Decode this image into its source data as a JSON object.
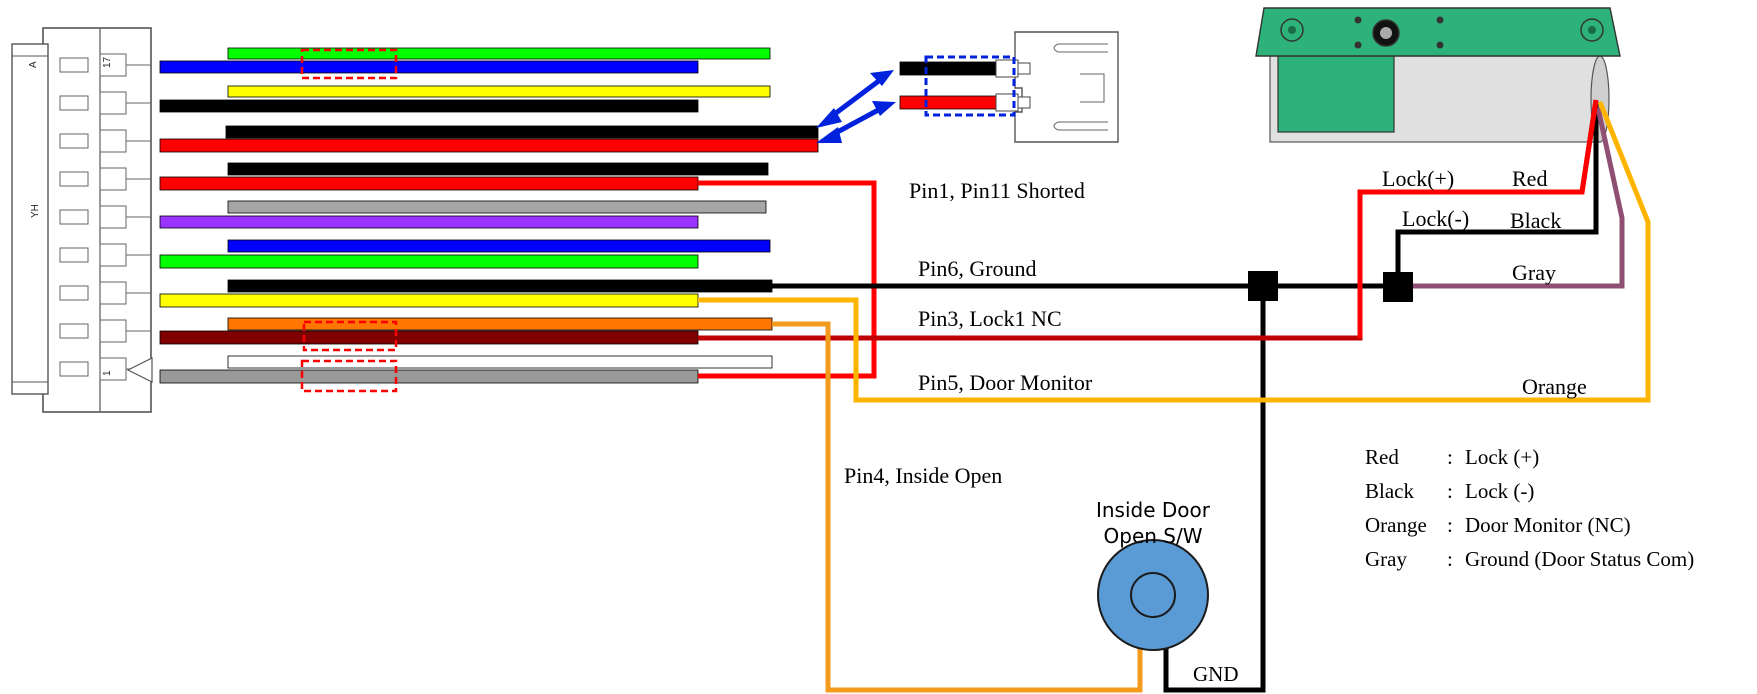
{
  "connector": {
    "model_label": "YH",
    "pin_first_label": "1",
    "pin_last_label": "17",
    "corner_label": "A"
  },
  "labels": {
    "pin1_pin11": "Pin1, Pin11 Shorted",
    "pin6": "Pin6, Ground",
    "pin3": "Pin3, Lock1 NC",
    "pin5": "Pin5, Door Monitor",
    "pin4": "Pin4, Inside Open",
    "lock_plus": "Lock(+)",
    "lock_minus": "Lock(-)",
    "red": "Red",
    "black": "Black",
    "gray": "Gray",
    "orange": "Orange",
    "switch_line1": "Inside Door",
    "switch_line2": "Open S/W",
    "gnd": "GND"
  },
  "legend": [
    {
      "key": "Red",
      "value": "Lock (+)"
    },
    {
      "key": "Black",
      "value": "Lock (-)"
    },
    {
      "key": "Orange",
      "value": "Door Monitor (NC)"
    },
    {
      "key": "Gray",
      "value": "Ground (Door Status Com)"
    }
  ],
  "colors": {
    "red": "#ff0000",
    "black": "#000000",
    "orange": "#ffb400",
    "dark_orange": "#f29b1d",
    "dark_red": "#c00000",
    "gray_wire": "#8f4f72",
    "arrow_blue": "#0022dd",
    "lock_green": "#2db37a",
    "switch_blue": "#5b9bd5"
  }
}
